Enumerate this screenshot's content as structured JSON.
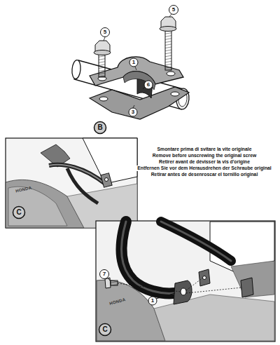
{
  "diagram": {
    "labels": [
      "5",
      "5",
      "1",
      "6",
      "3",
      "B",
      "C",
      "Smontare prima di svitare la vite originale",
      "Remove before unscrewing the original screw",
      "Retirer avant de dévisser la vis d'origine",
      "Entfernen Sie vor dem Herausdrehen der Schraube original",
      "Retirar antes de desenroscar el tornillo original",
      "HONDA",
      "HONDA",
      "C",
      "7",
      "1"
    ]
  }
}
